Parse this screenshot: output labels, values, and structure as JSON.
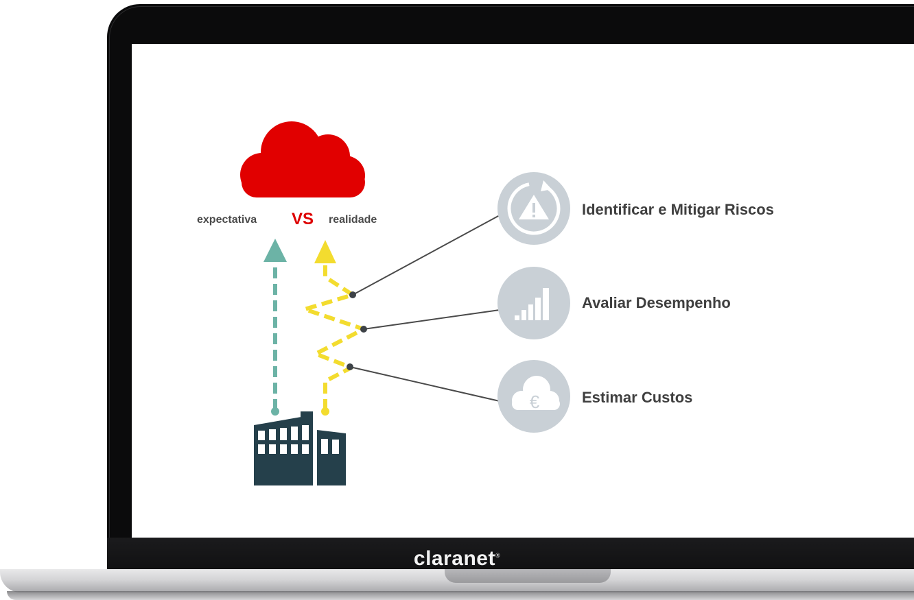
{
  "brand": {
    "name": "claranet",
    "mark": "®"
  },
  "comparison": {
    "left": "expectativa",
    "middle": "VS",
    "right": "realidade"
  },
  "items": [
    {
      "label": "Identificar e Mitigar Riscos",
      "icon": "risk-warning-icon"
    },
    {
      "label": "Avaliar Desempenho",
      "icon": "performance-bars-icon"
    },
    {
      "label": "Estimar Custos",
      "icon": "cloud-euro-icon"
    }
  ],
  "colors": {
    "cloud_red": "#e10000",
    "vs_red": "#dd0000",
    "teal": "#6cb3a6",
    "yellow": "#f3dc2f",
    "icon_grey": "#c9d0d6",
    "building": "#25404b",
    "connector": "#4a4a4a"
  }
}
